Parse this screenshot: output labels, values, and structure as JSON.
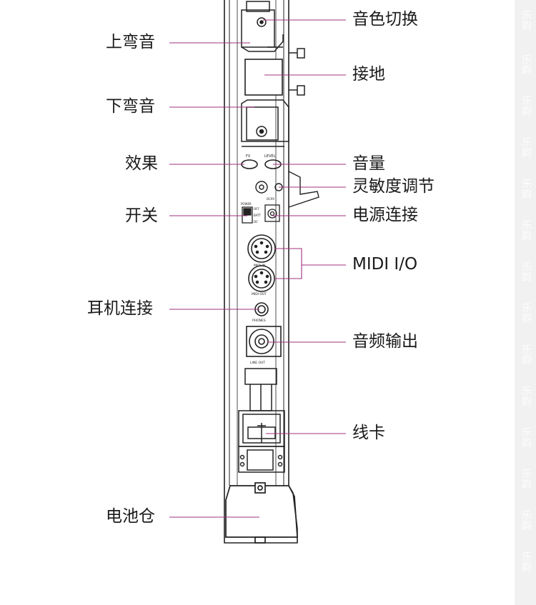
{
  "labels_left": {
    "upper_bend": "上弯音",
    "lower_bend": "下弯音",
    "effects": "效果",
    "switch": "开关",
    "headphone": "耳机连接",
    "battery": "电池仓"
  },
  "labels_right": {
    "tone_switch": "音色切换",
    "ground": "接地",
    "volume": "音量",
    "sensitivity": "灵敏度调节",
    "power_connect": "电源连接",
    "midi_io": "MIDI I/O",
    "audio_out": "音频输出",
    "line_clip": "线卡"
  },
  "device_text": {
    "fx": "FX",
    "level": "LEVEL",
    "power": "POWER",
    "off": "OFF",
    "batt": "BATT",
    "dc": "DC",
    "dc_spec": "DC9V",
    "midi_in": "MIDI IN",
    "midi_out": "MIDI OUT",
    "phones": "PHONES",
    "line_out": "LINE OUT"
  },
  "watermark": "乐韵",
  "colors": {
    "leader": "#a0327d",
    "device_stroke": "#222222",
    "text": "#1a1a1a",
    "strip": "#f1f1f1"
  }
}
